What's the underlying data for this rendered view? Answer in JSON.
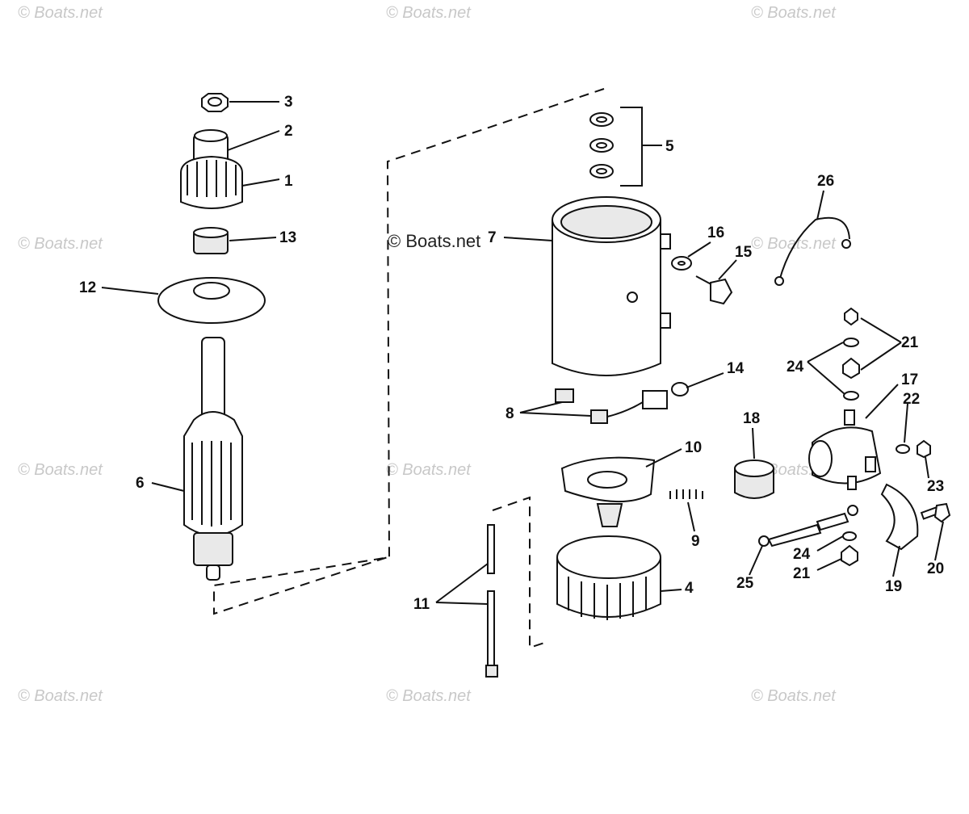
{
  "watermarks": {
    "tile_text": "© Boats.net",
    "main_text": "© Boats.net"
  },
  "callouts": {
    "c1": "1",
    "c2": "2",
    "c3": "3",
    "c4": "4",
    "c5": "5",
    "c6": "6",
    "c7": "7",
    "c8": "8",
    "c9": "9",
    "c10": "10",
    "c11": "11",
    "c12": "12",
    "c13": "13",
    "c14": "14",
    "c15": "15",
    "c16": "16",
    "c17": "17",
    "c18": "18",
    "c19": "19",
    "c20": "20",
    "c21a": "21",
    "c21b": "21",
    "c22": "22",
    "c23": "23",
    "c24a": "24",
    "c24b": "24",
    "c25": "25",
    "c26": "26"
  }
}
